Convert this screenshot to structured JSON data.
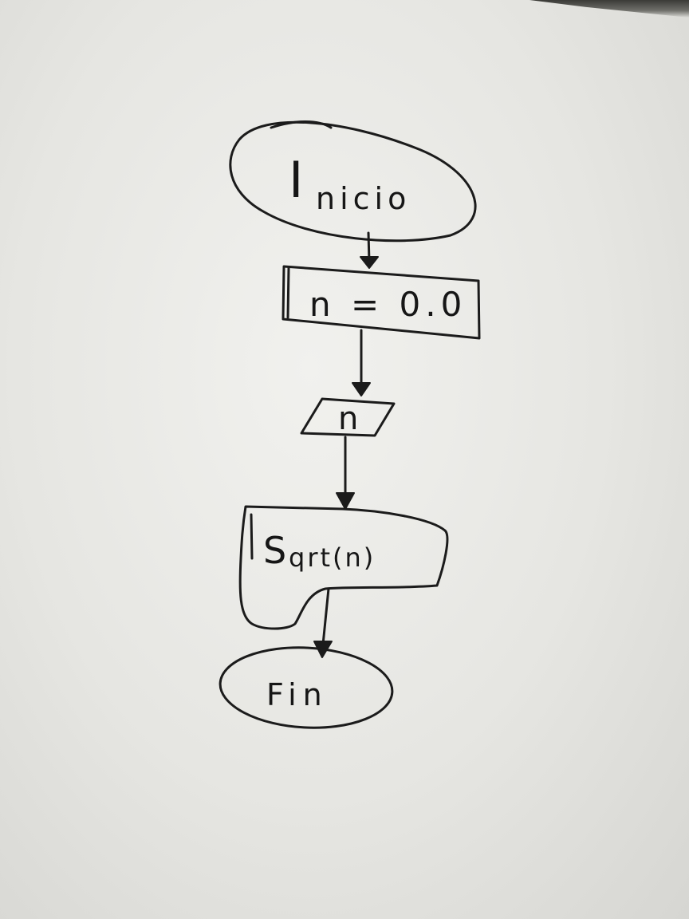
{
  "flowchart": {
    "start": {
      "label": "Inicio",
      "shape": "terminal-oval"
    },
    "assignment": {
      "label": "n = 0.0",
      "shape": "process-rectangle"
    },
    "input": {
      "label": "n",
      "shape": "input-parallelogram"
    },
    "output": {
      "label": "Sqrt(n)",
      "shape": "document-output"
    },
    "end": {
      "label": "Fin",
      "shape": "terminal-oval"
    }
  },
  "style": {
    "paper_color": "#eeeeeb",
    "ink_color": "#1b1b1b"
  }
}
